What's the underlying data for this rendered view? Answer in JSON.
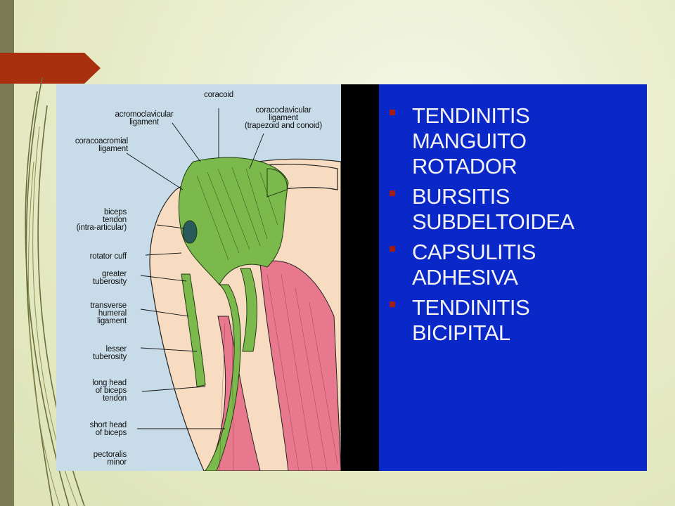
{
  "slide": {
    "colors": {
      "background": "#e6ebc6",
      "left_strip": "#7a7a55",
      "accent_tab": "#a8300f",
      "diagram_bg": "#c7dbe8",
      "bone": "#f8dcc2",
      "ligament": "#7cb94d",
      "muscle": "#e8788d",
      "black_bar": "#000000",
      "blue_panel": "#0a27c7",
      "bullet_marker": "#a11d12",
      "bullet_text": "#f2f2f2"
    },
    "anatomy_labels": {
      "coracoid": "coracoid",
      "acromioclavicular": "acromoclavicular\nligament",
      "coracoclavicular": "coracoclavicular\nligament\n(trapezoid and conoid)",
      "coracoacromial": "coracoacromial\nligament",
      "biceps_tendon": "biceps\ntendon\n(intra-articular)",
      "rotator_cuff": "rotator cuff",
      "greater_tuberosity": "greater\ntuberosity",
      "transverse_ligament": "transverse\nhumeral\nligament",
      "lesser_tuberosity": "lesser\ntuberosity",
      "long_head": "long head\nof biceps\ntendon",
      "short_head": "short head\nof biceps",
      "pectoralis": "pectoralis\nminor"
    },
    "bullet_icon": "square-bullet-icon",
    "bullets": [
      "TENDINITIS\nMANGUITO\nROTADOR",
      "BURSITIS\nSUBDELTOIDEA",
      "CAPSULITIS\nADHESIVA",
      "TENDINITIS\nBICIPITAL"
    ]
  }
}
